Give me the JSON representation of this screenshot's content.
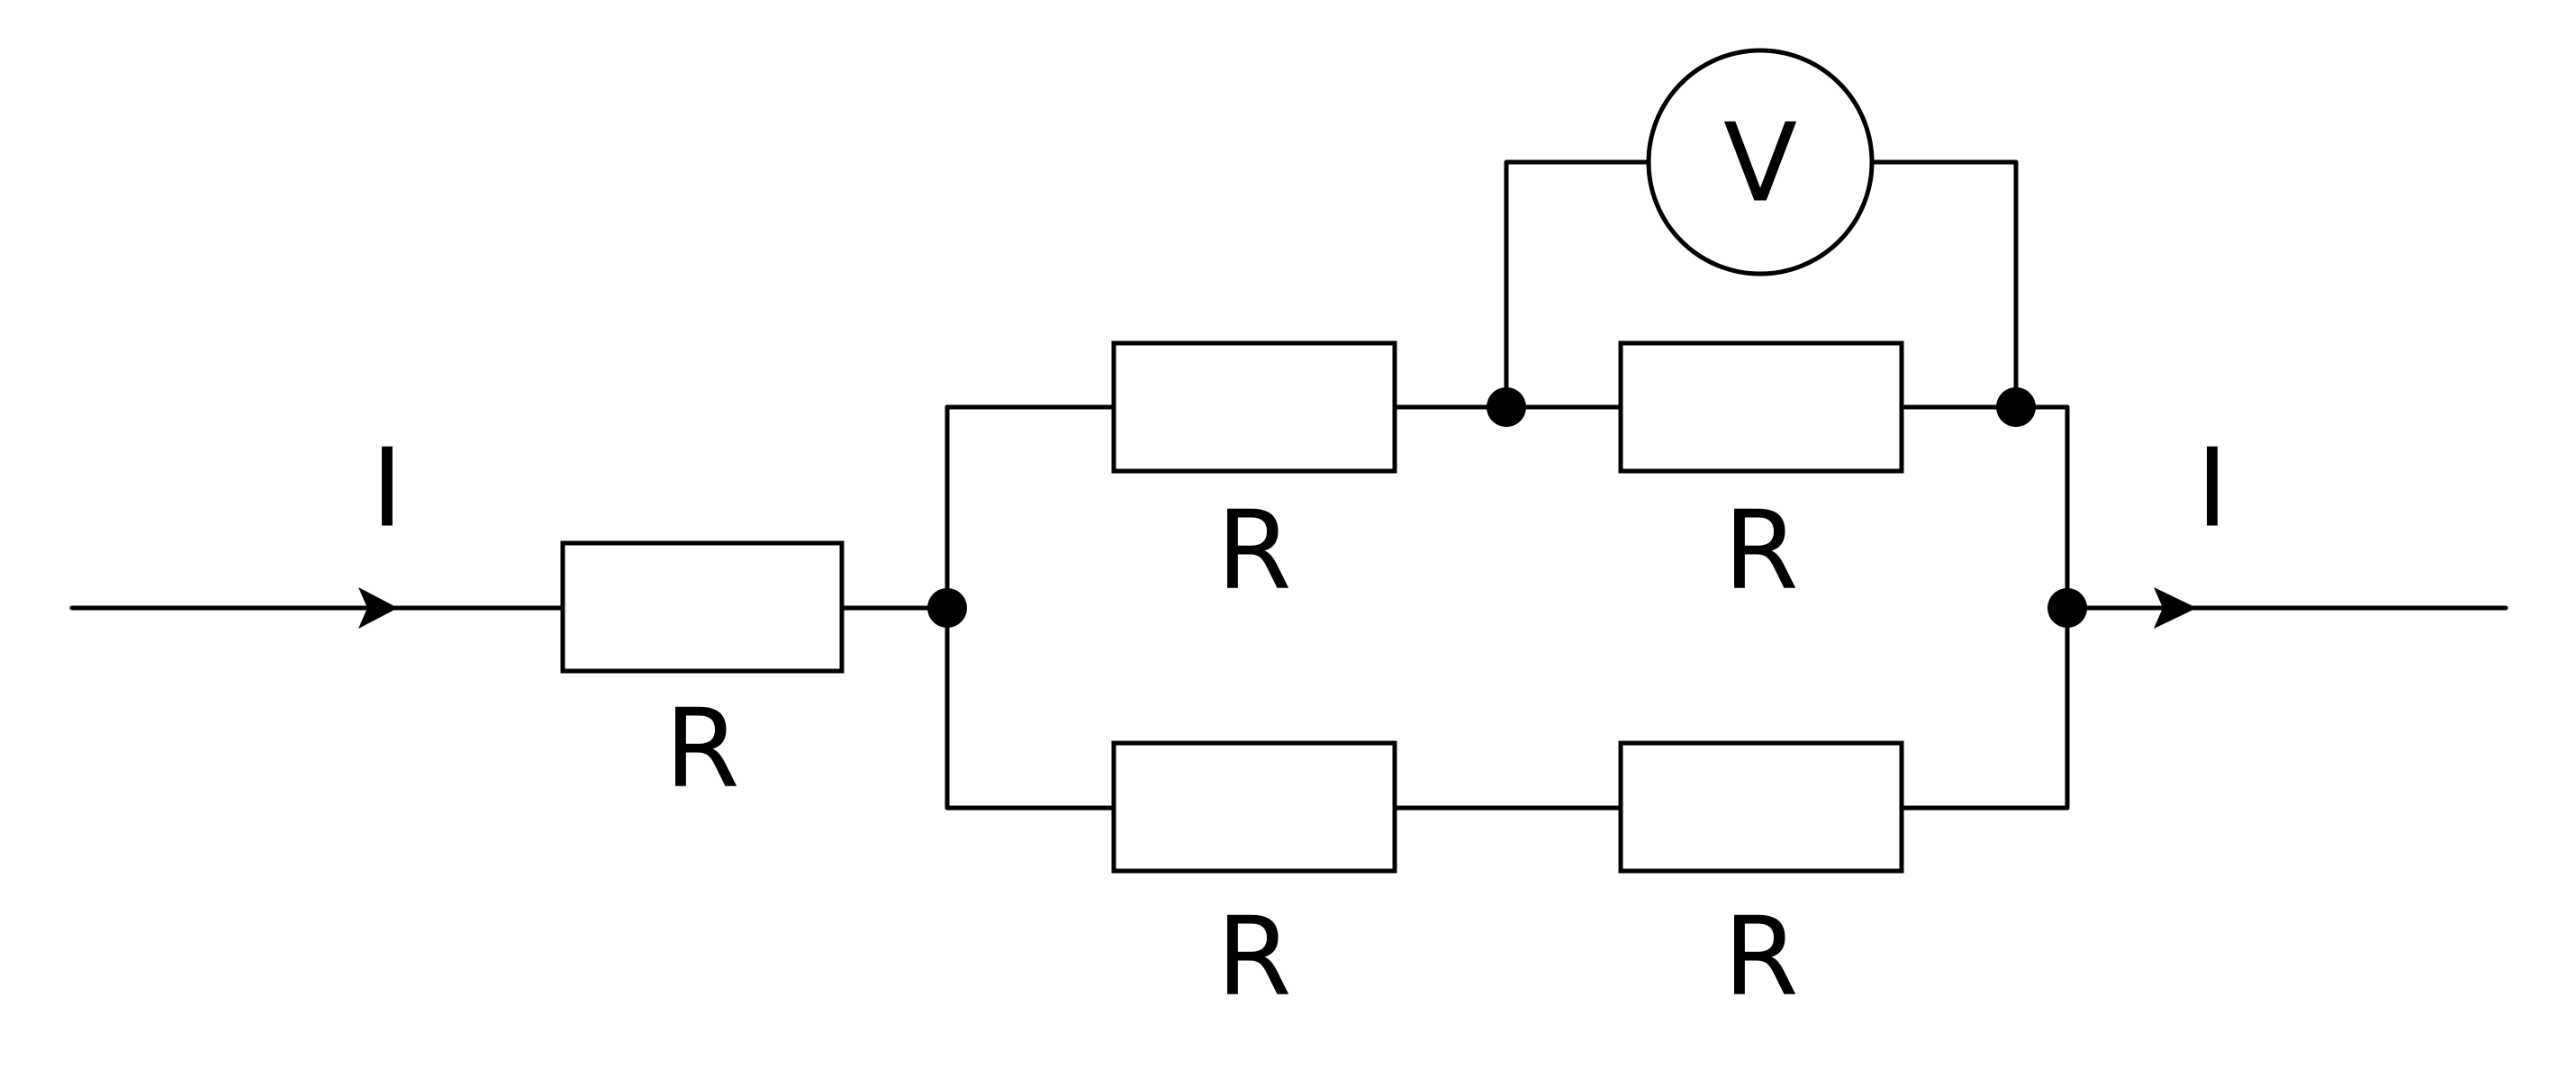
{
  "current_label": "I",
  "meter_label": "V",
  "resistor_label": "R",
  "resistors": [
    {
      "id": "series",
      "label": "R"
    },
    {
      "id": "upper-left",
      "label": "R"
    },
    {
      "id": "upper-right",
      "label": "R"
    },
    {
      "id": "lower-left",
      "label": "R"
    },
    {
      "id": "lower-right",
      "label": "R"
    }
  ],
  "currents": [
    {
      "id": "in",
      "label": "I"
    },
    {
      "id": "out",
      "label": "I"
    }
  ]
}
